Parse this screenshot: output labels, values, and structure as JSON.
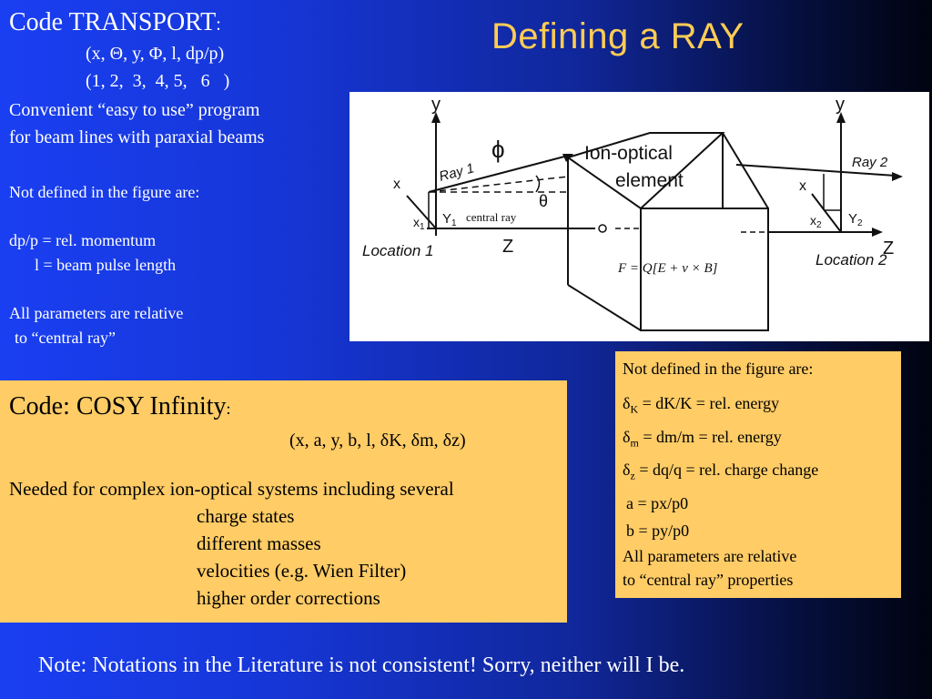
{
  "title": "Defining a RAY",
  "transport": {
    "code_label": "Code TRANSPORT",
    "colon": ":",
    "tuple_symbols": "(x, Θ, y, Φ, l, dp/p)",
    "tuple_indices": "(1, 2,  3,  4, 5,   6   )",
    "desc_line1": "Convenient “easy to use” program",
    "desc_line2": "for beam lines with paraxial beams"
  },
  "transport_notes": {
    "heading": "Not defined in the figure are:",
    "dp": "dp/p = rel. momentum",
    "l": "l = beam pulse length",
    "relative_1": "All parameters are relative",
    "relative_2": "to “central ray”"
  },
  "figure": {
    "y_left": "y",
    "y_right": "y",
    "phi": "ϕ",
    "theta": "θ",
    "ray1": "Ray 1",
    "ray2": "Ray 2",
    "x_left": "x",
    "x1": "x",
    "x1_sub": "1",
    "y1": "Y",
    "y1_sub": "1",
    "central_ray": "central ray",
    "z": "Z",
    "location1": "Location 1",
    "location2": "Location 2",
    "element_line1": "Ion-optical",
    "element_line2": "element",
    "force": "F = Q[E + v × B]",
    "x_right": "x",
    "x2": "x",
    "x2_sub": "2",
    "y2": "Y",
    "y2_sub": "2"
  },
  "cosy": {
    "code_label": "Code: COSY Infinity",
    "colon": ":",
    "tuple": "(x, a, y, b, l, δK, δm, δz)",
    "needed": "Needed for complex ion-optical systems including several",
    "items": [
      "charge states",
      "different masses",
      "velocities (e.g. Wien Filter)",
      "higher order corrections"
    ]
  },
  "cosy_notes": {
    "heading": "Not defined in the figure are:",
    "dk": "= dK/K = rel. energy",
    "dm": "= dm/m = rel. energy",
    "dz": "= dq/q = rel. charge change",
    "a": "a  =  px/p0",
    "b": "b  =  py/p0",
    "relative_1": "All parameters are relative",
    "relative_2": "to “central ray” properties"
  },
  "note": "Note: Notations in the Literature is not consistent! Sorry, neither will I be.",
  "colors": {
    "title": "#ffcc55",
    "box": "#ffcc66",
    "background_left": "#1a3ff2",
    "background_right": "#00030f"
  }
}
